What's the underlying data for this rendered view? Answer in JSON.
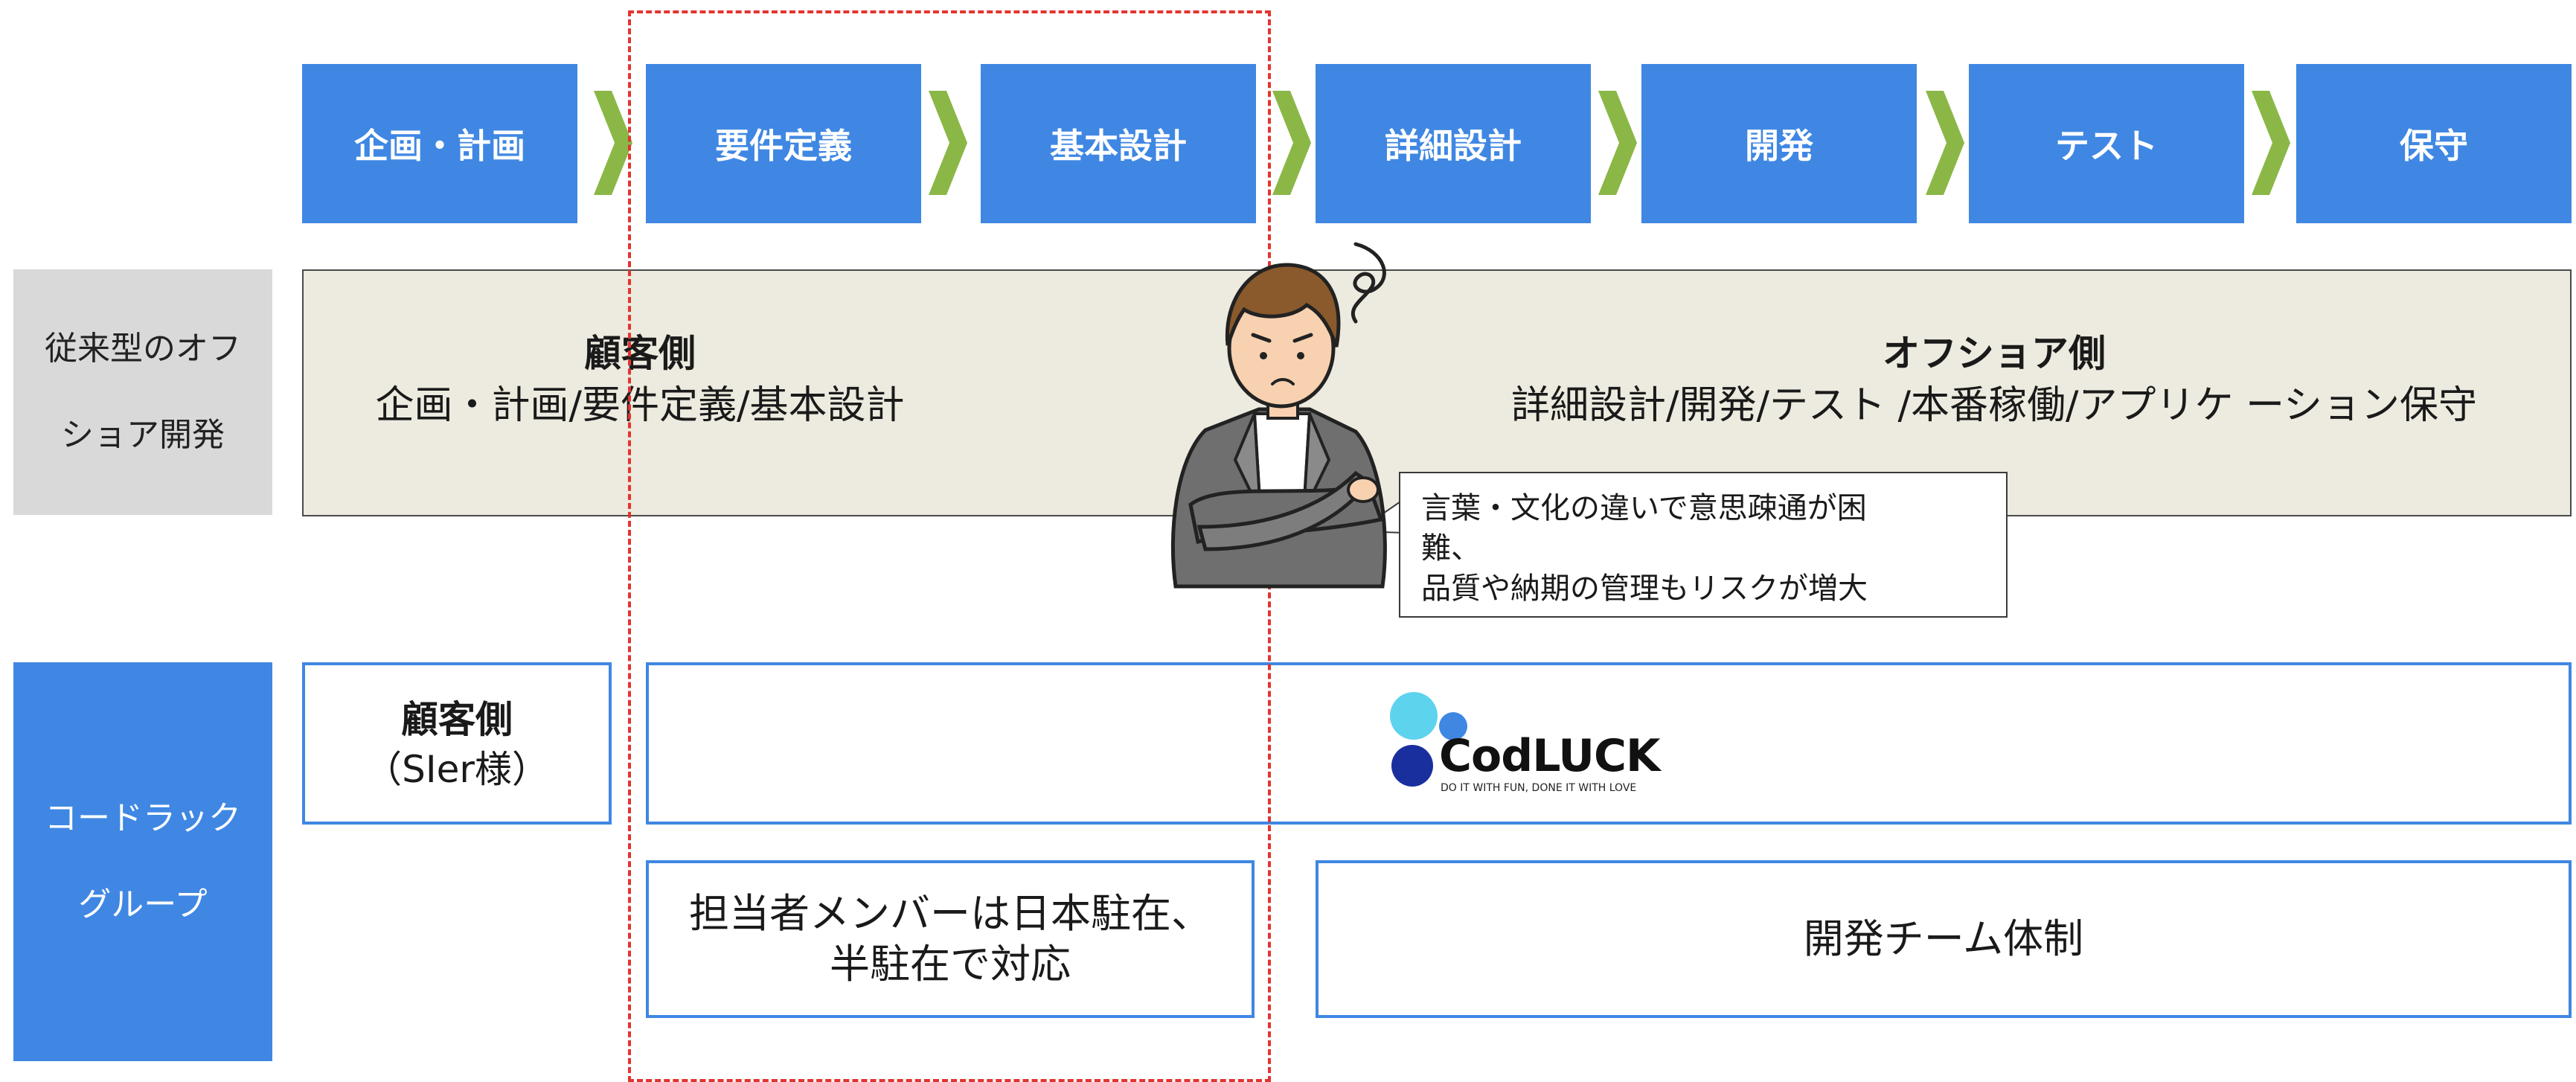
{
  "phases": [
    "企画・計画",
    "要件定義",
    "基本設計",
    "詳細設計",
    "開発",
    "テスト",
    "保守"
  ],
  "rows": {
    "traditional": "従来型のオフショア開発",
    "traditional_lines": [
      "従来型のオフ",
      "ショア開発"
    ],
    "codluck": "コードラックグループ",
    "codluck_lines": [
      "コードラック",
      "グループ"
    ]
  },
  "traditional": {
    "client_title": "顧客側",
    "client_tasks": "企画・計画/要件定義/基本設計",
    "offshore_title": "オフショア側",
    "offshore_tasks": "詳細設計/開発/テスト /本番稼働/アプリケ ーション保守"
  },
  "speech_bubble": {
    "line1": "言葉・文化の違いで意思疎通が困",
    "line2": "難、",
    "line3": "品質や納期の管理もリスクが増大"
  },
  "codluck_group": {
    "client_title": "顧客側",
    "client_subtitle": "（SIer様）",
    "logo_text": "CodLUCK",
    "logo_tagline": "DO IT WITH FUN, DONE IT WITH LOVE",
    "onsite_line1": "担当者メンバーは日本駐在、",
    "onsite_line2": "半駐在で対応",
    "dev_team": "開発チーム体制"
  },
  "colors": {
    "phase_blue": "#3f87e3",
    "chevron_green": "#8bb747",
    "band_beige": "#edeadf",
    "header_gray": "#d9d9d9",
    "dashed_red": "#e3342f",
    "logo_cyan": "#5ed3ee",
    "logo_navy": "#1a2f9e"
  },
  "icons": [
    "chevron-right-icon",
    "worried-person-icon",
    "confusion-swirl-icon",
    "codluck-logo-icon"
  ]
}
